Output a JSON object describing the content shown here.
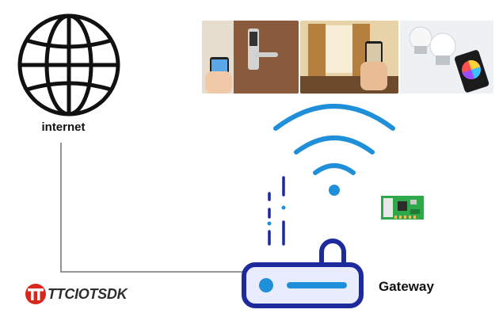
{
  "labels": {
    "internet": "internet",
    "gateway": "Gateway"
  },
  "logo": {
    "text": "TTCIOTSDK"
  },
  "colors": {
    "globe": "#111111",
    "wifi": "#1e8fd8",
    "router": "#1c2a9c",
    "router_fill": "#e9ecff",
    "router_accent": "#1e8fd8",
    "connector": "#888888",
    "logo_red": "#d8281e",
    "module_pcb": "#2fa84a"
  },
  "icons": {
    "internet": "globe-icon",
    "gateway": "router-icon",
    "wireless": "wifi-icon",
    "module": "iot-module-icon"
  },
  "photos": [
    "smart-door-lock-photo",
    "smart-curtain-photo",
    "smart-bulb-photo"
  ]
}
